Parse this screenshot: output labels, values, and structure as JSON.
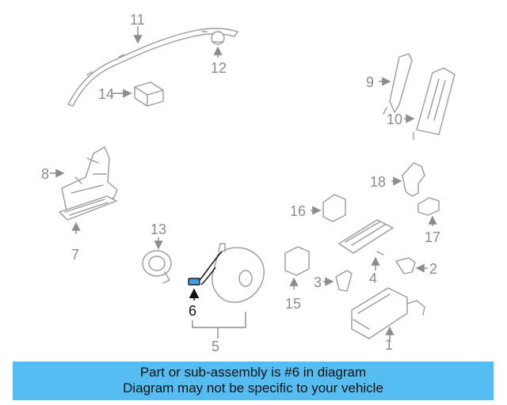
{
  "callouts": {
    "n1": "1",
    "n2": "2",
    "n3": "3",
    "n4": "4",
    "n5": "5",
    "n6": "6",
    "n7": "7",
    "n8": "8",
    "n9": "9",
    "n10": "10",
    "n11": "11",
    "n12": "12",
    "n13": "13",
    "n14": "14",
    "n15": "15",
    "n16": "16",
    "n17": "17",
    "n18": "18"
  },
  "highlighted_part": "6",
  "highlight_color": "#3aa0e6",
  "banner": {
    "line1": "Part or sub-assembly is #6 in diagram",
    "line2": "Diagram may not be specific to your vehicle",
    "background": "#55bdf2"
  }
}
